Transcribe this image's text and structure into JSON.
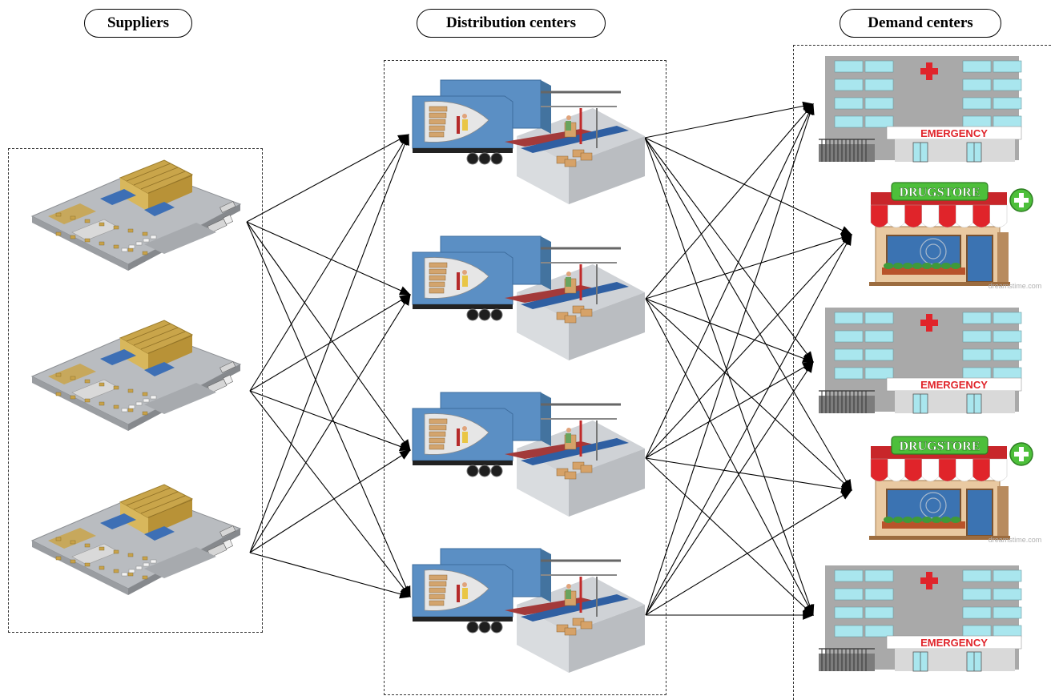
{
  "columns": {
    "suppliers": {
      "title": "Suppliers"
    },
    "distribution": {
      "title": "Distribution centers"
    },
    "demand": {
      "title": "Demand centers"
    }
  },
  "signs": {
    "emergency": "EMERGENCY",
    "drugstore": "DRUGSTORE",
    "watermark": "dreamstime.com"
  },
  "nodes": {
    "suppliers": [
      "warehouse",
      "warehouse",
      "warehouse"
    ],
    "distribution": [
      "loading-dock",
      "loading-dock",
      "loading-dock",
      "loading-dock"
    ],
    "demand": [
      "hospital",
      "drugstore",
      "hospital",
      "drugstore",
      "hospital"
    ]
  },
  "colors": {
    "line": "#000000",
    "trailer": "#5b8fc4",
    "floor": "#b9bcc0",
    "rack": "#c9a54a",
    "hospital_wall": "#a9a9a9",
    "window": "#a9e6ee",
    "cross": "#e0242a",
    "awning_red": "#e0242a",
    "sign_green": "#4dbf3a"
  }
}
